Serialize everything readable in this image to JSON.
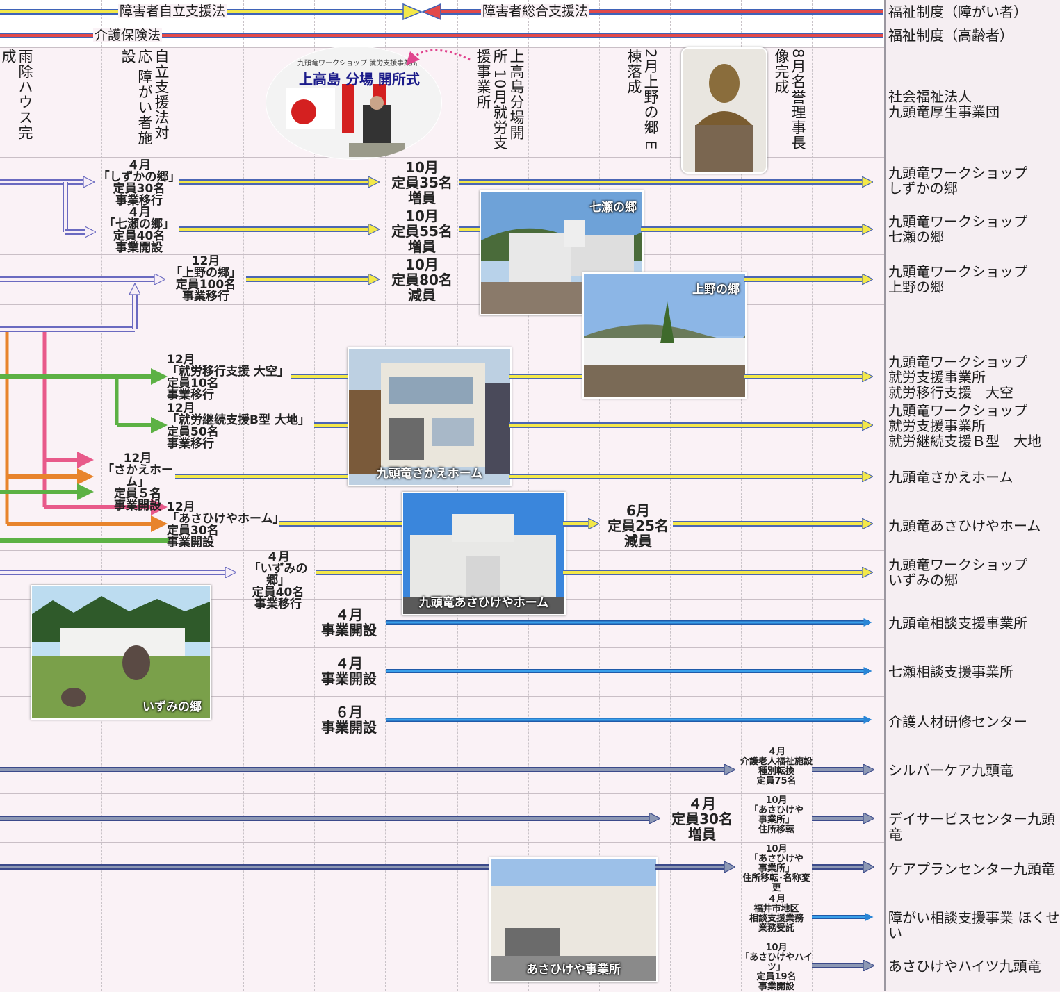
{
  "laws": {
    "jiritsu": "障害者自立支援法",
    "sougou": "障害者総合支援法",
    "kaigo": "介護保険法"
  },
  "right_labels": [
    "福祉制度（障がい者）",
    "福祉制度（高齢者）",
    "社会福祉法人\n九頭竜厚生事業団",
    "九頭竜ワークショップ\nしずかの郷",
    "九頭竜ワークショップ\n七瀬の郷",
    "九頭竜ワークショップ\n上野の郷",
    "九頭竜ワークショップ\n就労支援事業所\n就労移行支援　大空",
    "九頭竜ワークショップ\n就労支援事業所\n就労継続支援Ｂ型　大地",
    "九頭竜さかえホーム",
    "九頭竜あさひけやホーム",
    "九頭竜ワークショップ\nいずみの郷",
    "九頭竜相談支援事業所",
    "七瀬相談支援事業所",
    "介護人材研修センター",
    "シルバーケア九頭竜",
    "デイサービスセンター九頭竜",
    "ケアプランセンター九頭竜",
    "障がい相談支援事業 ほくせい",
    "あさひけやハイツ九頭竜"
  ],
  "events": {
    "amayoke": "雨除ハウス完成",
    "jiritsu_taiou": "自立支援法対応\n障がい者施設",
    "kamitakashima": "上高島分場開所\n10月就労支援事業所",
    "ueno_e": "2月上野の郷\nE棟落成",
    "meiyo": "8月名誉理事長像完成"
  },
  "notes": {
    "shizuka_1": "４月\n「しずかの郷」\n定員30名\n事業移行",
    "shizuka_2": "10月\n定員35名\n増員",
    "nanase_1": "４月\n「七瀬の郷」\n定員40名\n事業開設",
    "nanase_2": "10月\n定員55名\n増員",
    "ueno_1": "12月\n「上野の郷」\n定員100名\n事業移行",
    "ueno_2": "10月\n定員80名\n減員",
    "ozora": "12月\n「就労移行支援 大空」\n定員10名\n事業移行",
    "daichi": "12月\n「就労継続支援B型 大地」\n定員50名\n事業移行",
    "sakae": "12月\n「さかえホーム」\n定員５名\n事業開設",
    "asahikeya_1": "12月\n「あさひけやホーム」\n定員30名\n事業開設",
    "asahikeya_2": "6月\n定員25名\n減員",
    "izumi": "４月\n「いずみの郷」\n定員40名\n事業移行",
    "soudan": "４月\n事業開設",
    "nanase_soudan": "４月\n事業開設",
    "kensyu": "６月\n事業開設",
    "silver": "４月\n介護老人福祉施設\n種別転換\n定員75名",
    "day_1": "４月\n定員30名\n増員",
    "day_2": "10月\n「あさひけや\n事業所」\n住所移転",
    "careplan": "10月\n「あさひけや\n事業所」\n住所移転･名称変更",
    "hokusei": "４月\n福井市地区\n相談支援業務\n業務受託",
    "haitsu": "10月\n「あさひけやハイツ」\n定員19名\n事業開設"
  },
  "photos": {
    "kamitakashima_banner": "上高島 分場 開所式",
    "kamitakashima_header": "九頭竜ワークショップ 就労支援事業所",
    "nanase": "七瀬の郷",
    "ueno": "上野の郷",
    "sakae": "九頭竜さかえホーム",
    "asahikeya_home": "九頭竜あさひけやホーム",
    "izumi": "いずみの郷",
    "asahikeya_office": "あさひけや事業所"
  },
  "colors": {
    "yellow": "#f3e84a",
    "blue": "#2a86d6",
    "red": "#e23b3b",
    "pink": "#e85a8a",
    "orange": "#e8842c",
    "green": "#5cb144",
    "lavender": "#a9a7d8",
    "grey_blue": "#8c98b4"
  }
}
